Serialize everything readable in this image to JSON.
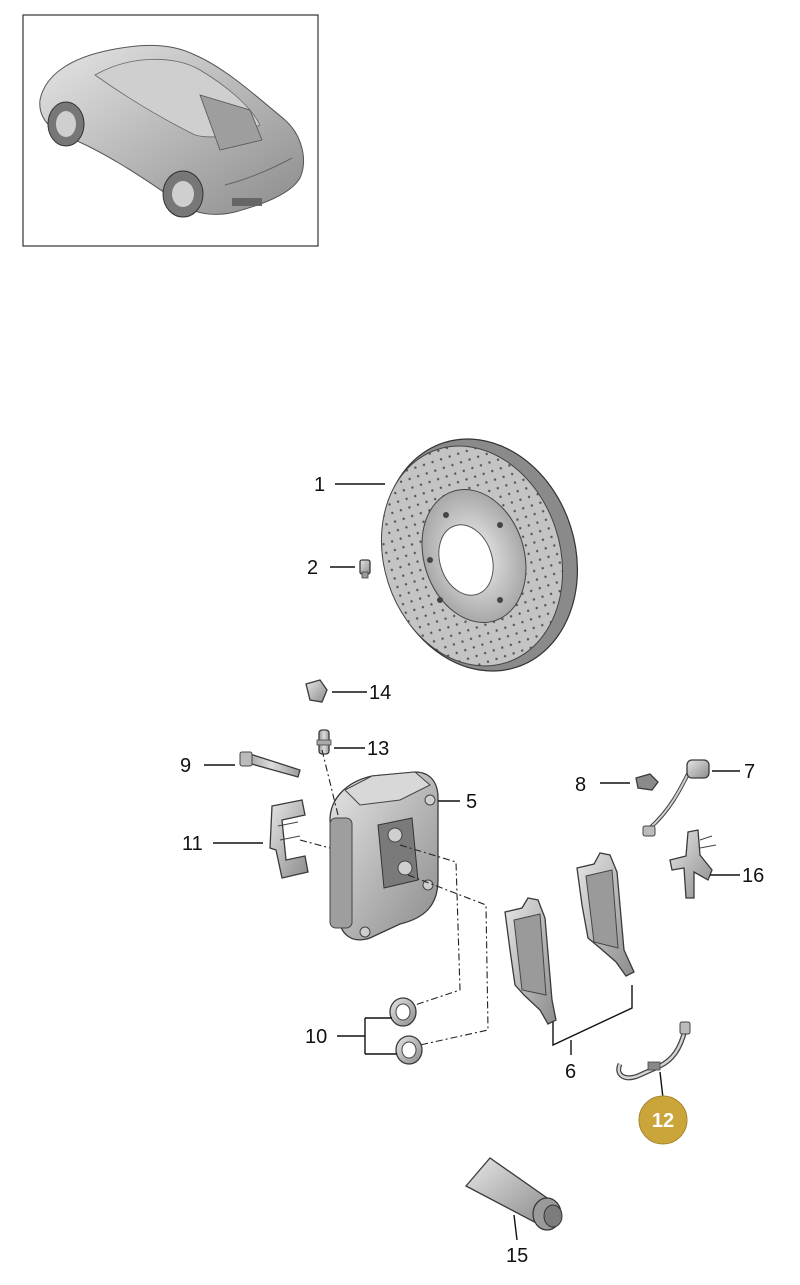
{
  "diagram": {
    "overview_image": "car-overview-icon",
    "highlight_color": "#c9a53a",
    "part_color": "#b9b9b9",
    "callouts": {
      "c1": "1",
      "c2": "2",
      "c5": "5",
      "c6": "6",
      "c7": "7",
      "c8": "8",
      "c9": "9",
      "c10": "10",
      "c11": "11",
      "c12": "12",
      "c13": "13",
      "c14": "14",
      "c15": "15",
      "c16": "16"
    },
    "highlighted_callout": "12"
  }
}
